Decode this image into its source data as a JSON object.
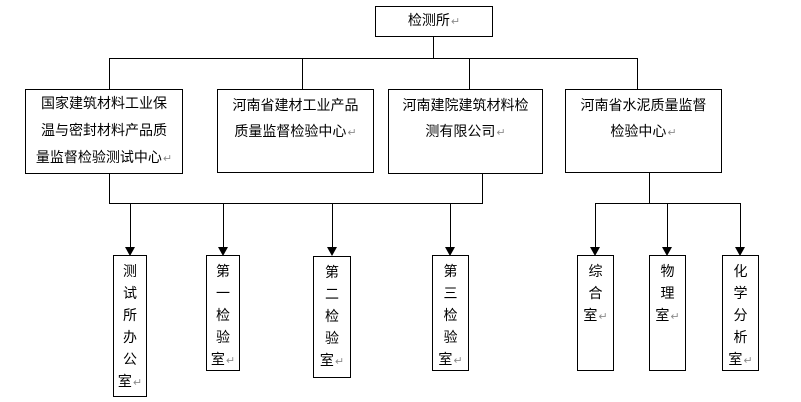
{
  "style": {
    "background": "#ffffff",
    "line_color": "#000000",
    "box_border_color": "#000000",
    "text_color": "#000000",
    "paragraph_mark": "↵",
    "paragraph_mark_color": "#8c8c8c"
  },
  "nodes": {
    "root": {
      "label": "检测所"
    },
    "level2": [
      {
        "label": "国家建筑材料工业保温与密封材料产品质量监督检验测试中心",
        "lines": [
          "国家建筑材料工业保",
          "温与密封材料产品质",
          "量监督检验测试中心"
        ]
      },
      {
        "label": "河南省建材工业产品质量监督检验中心",
        "lines": [
          "河南省建材工业产品",
          "质量监督检验中心"
        ]
      },
      {
        "label": "河南建院建筑材料检测有限公司",
        "lines": [
          "河南建院建筑材料检",
          "测有限公司"
        ]
      },
      {
        "label": "河南省水泥质量监督检验中心",
        "lines": [
          "河南省水泥质量监督",
          "检验中心"
        ]
      }
    ],
    "level3": [
      {
        "label": "测试所办公室"
      },
      {
        "label": "第一检验室"
      },
      {
        "label": "第二检验室"
      },
      {
        "label": "第三检验室"
      },
      {
        "label": "综合室"
      },
      {
        "label": "物理室"
      },
      {
        "label": "化学分析室"
      }
    ]
  }
}
